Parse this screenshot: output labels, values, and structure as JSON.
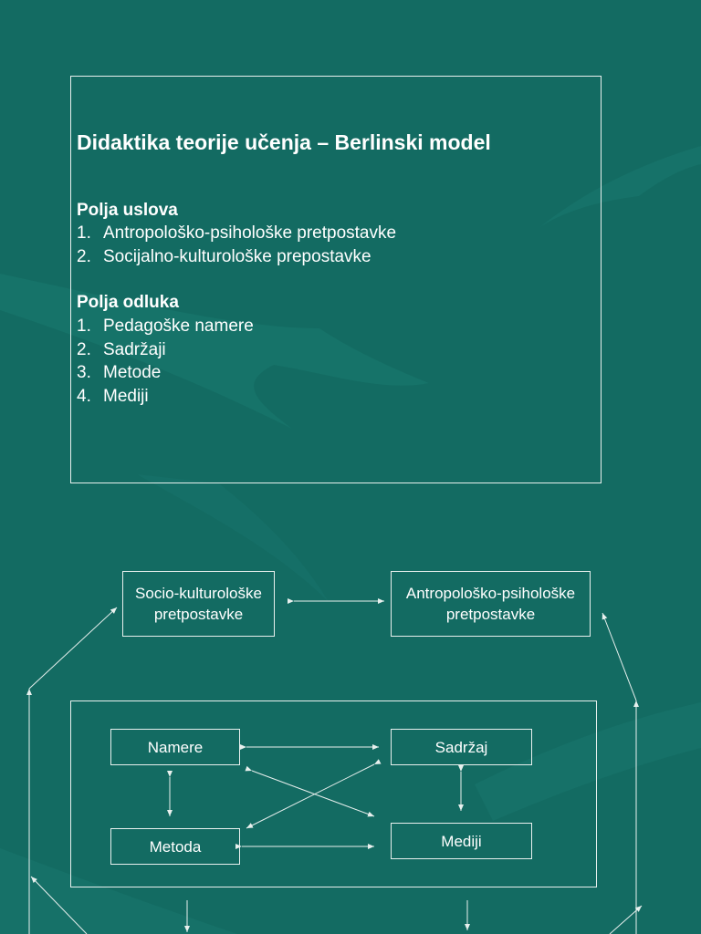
{
  "slide": {
    "title": "Didaktika teorije učenja – Berlinski model",
    "conditions": {
      "heading": "Polja uslova",
      "items": [
        {
          "num": "1.",
          "label": "Antropološko-psihološke pretpostavke"
        },
        {
          "num": "2.",
          "label": "Socijalno-kulturološke prepostavke"
        }
      ]
    },
    "decisions": {
      "heading": "Polja odluka",
      "items": [
        {
          "num": "1.",
          "label": "Pedagoške namere"
        },
        {
          "num": "2.",
          "label": "Sadržaji"
        },
        {
          "num": "3.",
          "label": "Metode"
        },
        {
          "num": "4.",
          "label": "Mediji"
        }
      ]
    }
  },
  "diagram": {
    "socio": {
      "line1": "Socio-kulturološke",
      "line2": "pretpostavke"
    },
    "antropo": {
      "line1": "Antropološko-psihološke",
      "line2": "pretpostavke"
    },
    "namere": "Namere",
    "sadrzaj": "Sadržaj",
    "metoda": "Metoda",
    "mediji": "Mediji"
  },
  "colors": {
    "background": "#136b62",
    "text": "#ffffff",
    "lines": "#e8f0ee"
  }
}
